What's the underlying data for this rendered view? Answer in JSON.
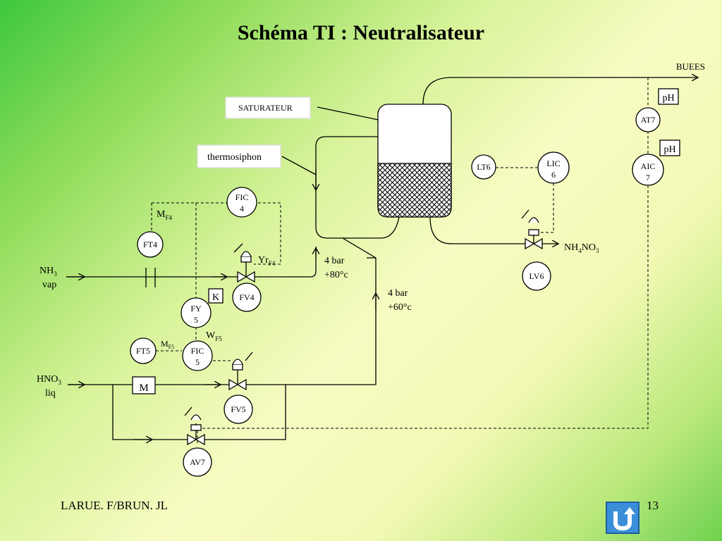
{
  "title": "Schéma TI : Neutralisateur",
  "footer": {
    "author": "LARUE. F/BRUN. JL",
    "page": "13"
  },
  "labels": {
    "buees": "BUEES",
    "saturateur": "SATURATEUR",
    "thermosiphon": "thermosiphon",
    "ph1": "pH",
    "ph2": "pH",
    "k": "K",
    "nh3": "NH",
    "nh3_sub": "3",
    "nh3_state": "vap",
    "hno3": "HNO",
    "hno3_sub": "3",
    "hno3_state": "liq",
    "nh4no3_a": "NH",
    "nh4no3_sub1": "4",
    "nh4no3_b": "NO",
    "nh4no3_sub2": "3",
    "mf4": "M",
    "mf4_sub": "F4",
    "mf5": "M",
    "mf5_sub": "F5",
    "wf5": "W",
    "wf5_sub": "F5",
    "yrf4": "Yr",
    "yrf4_sub": "F4",
    "cond1_p": "4 bar",
    "cond1_t": "+80°c",
    "cond2_p": "4 bar",
    "cond2_t": "+60°c",
    "motor": "M"
  },
  "instruments": {
    "at7": "AT7",
    "aic7_a": "AIC",
    "aic7_b": "7",
    "lt6": "LT6",
    "lic6_a": "LIC",
    "lic6_b": "6",
    "lv6": "LV6",
    "fic4_a": "FIC",
    "fic4_b": "4",
    "ft4": "FT4",
    "fv4": "FV4",
    "fy5_a": "FY",
    "fy5_b": "5",
    "ft5": "FT5",
    "fic5_a": "FIC",
    "fic5_b": "5",
    "fv5": "FV5",
    "av7": "AV7"
  },
  "colors": {
    "line": "#000000",
    "button": "#3a8fd8"
  },
  "icons": {
    "back": "u-turn-arrow-icon"
  }
}
